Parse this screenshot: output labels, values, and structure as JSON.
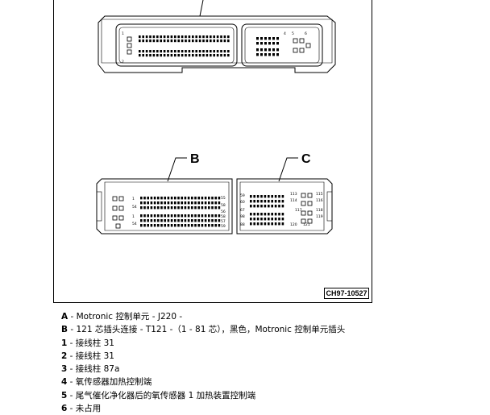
{
  "figure": {
    "id_box": "CH97-10527",
    "callouts": {
      "B": "B",
      "C": "C"
    },
    "connector_pin_labels": {
      "ecu_left": [
        "1",
        "2"
      ],
      "ecu_right": [
        "4",
        "5",
        "6"
      ],
      "B_left": [
        "1",
        "54",
        "1",
        "54"
      ],
      "B_right": [
        "55",
        "58",
        "56",
        "58",
        "57",
        "59"
      ],
      "C_left": [
        "59",
        "60",
        "67",
        "98",
        "88"
      ],
      "C_right": [
        "113",
        "114",
        "115",
        "116",
        "117",
        "118",
        "119",
        "120",
        "121"
      ]
    }
  },
  "legend": [
    {
      "key": "A",
      "sep": " - ",
      "text": "Motronic 控制单元 - J220 -"
    },
    {
      "key": "B",
      "sep": " - ",
      "text": "121 芯插头连接 - T121 -（1 - 81 芯），黑色，Motronic 控制单元插头"
    },
    {
      "key": "1",
      "sep": " - ",
      "text": "接线柱 31"
    },
    {
      "key": "2",
      "sep": " - ",
      "text": "接线柱 31"
    },
    {
      "key": "3",
      "sep": " - ",
      "text": "接线柱 87a"
    },
    {
      "key": "4",
      "sep": " - ",
      "text": "氧传感器加热控制端"
    },
    {
      "key": "5",
      "sep": " - ",
      "text": "尾气催化净化器后的氧传感器 1 加热装置控制端"
    },
    {
      "key": "6",
      "sep": " - ",
      "text": "未占用"
    }
  ]
}
